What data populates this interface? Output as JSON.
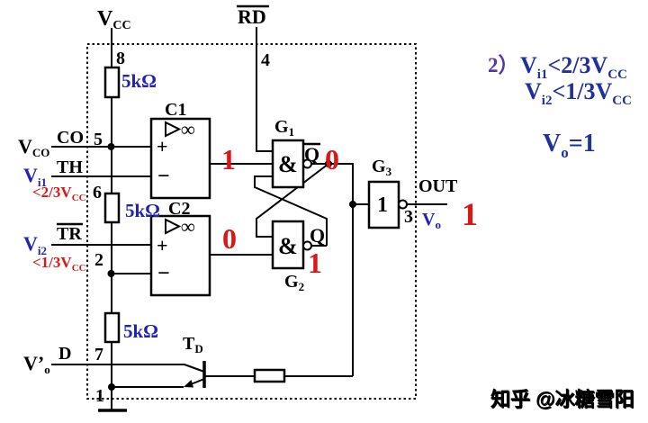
{
  "colors": {
    "wire": "#000000",
    "blue": "#2222b8",
    "red": "#dd1515",
    "annotation_navy": "#20309d",
    "annotation_purple": "#5633a8",
    "watermark_gray": "#d6d6d6"
  },
  "power": {
    "vcc_base": "V",
    "vcc_sub": "CC"
  },
  "reset": {
    "label": "RD"
  },
  "pins": {
    "supply": "8",
    "reset": "4",
    "control": "5",
    "threshold": "6",
    "trigger": "2",
    "discharge": "7",
    "ground": "1",
    "output": "3"
  },
  "resistors": {
    "r1": "5kΩ",
    "r2": "5kΩ",
    "r3": "5kΩ"
  },
  "inputs": {
    "control": {
      "outer_base": "V",
      "outer_sub": "CO",
      "inner": "CO"
    },
    "threshold": {
      "outer_base": "V",
      "outer_sub": "i1",
      "inner": "TH",
      "condition": {
        "rel": "<2/3V",
        "sub": "CC"
      }
    },
    "trigger": {
      "outer_base": "V",
      "outer_sub": "i2",
      "inner": "TR",
      "condition": {
        "rel": "<1/3V",
        "sub": "CC"
      }
    },
    "discharge": {
      "outer_base": "V’",
      "outer_sub": "o",
      "inner": "D"
    }
  },
  "comparators": {
    "c1": {
      "name": "C1",
      "amp": "∞",
      "plus": "+",
      "minus": "−",
      "output_value": "1"
    },
    "c2": {
      "name": "C2",
      "amp": "∞",
      "plus": "+",
      "minus": "−",
      "output_value": "0"
    }
  },
  "latch": {
    "g1": {
      "name_base": "G",
      "name_sub": "1",
      "symbol": "&",
      "out_label": "Q",
      "out_value": "0"
    },
    "g2": {
      "name_base": "G",
      "name_sub": "2",
      "symbol": "&",
      "out_label": "Q",
      "out_value": "1"
    }
  },
  "output_stage": {
    "g3": {
      "name_base": "G",
      "name_sub": "3",
      "symbol": "1"
    },
    "out_label": "OUT",
    "vo_base": "V",
    "vo_sub": "o",
    "value": "1"
  },
  "transistor": {
    "name_base": "T",
    "name_sub": "D"
  },
  "annotation": {
    "case": "2）",
    "cond1": {
      "base": "V",
      "sub": "i1",
      "rel": "<2/3V",
      "rel_sub": "CC"
    },
    "cond2": {
      "base": "V",
      "sub": "i2",
      "rel": "<1/3V",
      "rel_sub": "CC"
    },
    "result": {
      "base": "V",
      "sub": "o",
      "eq": "=1"
    }
  },
  "watermark": "知乎 @冰糖雪阳"
}
